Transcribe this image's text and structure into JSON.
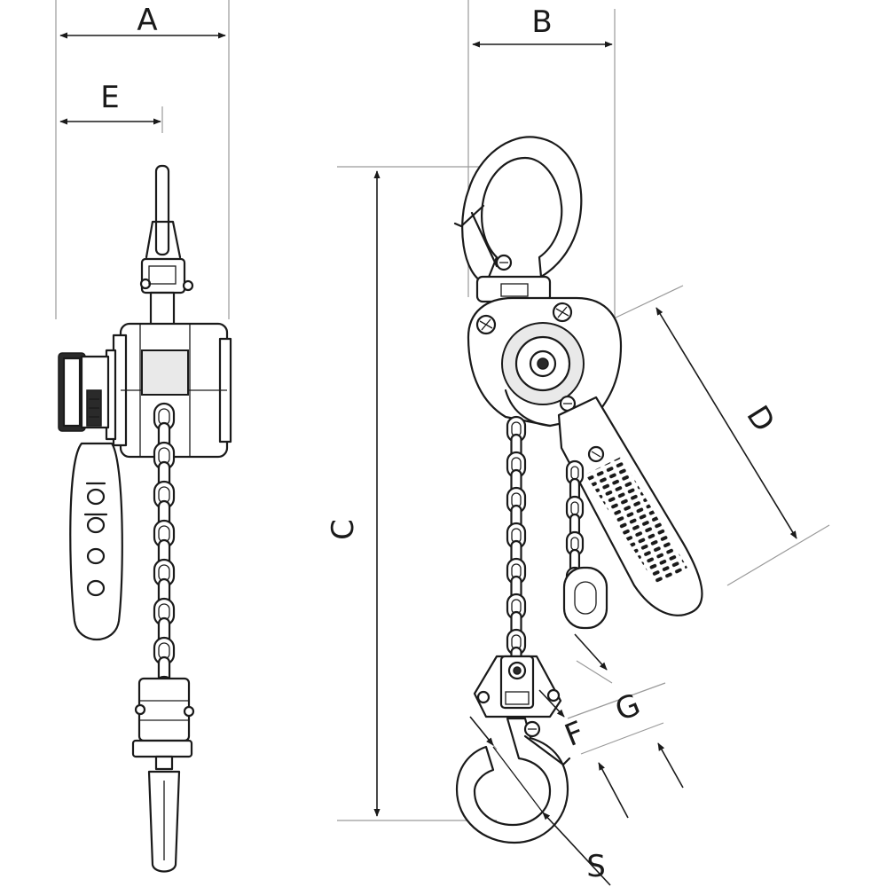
{
  "labels": {
    "a": "A",
    "b": "B",
    "c": "C",
    "d": "D",
    "e": "E",
    "f": "F",
    "g": "G",
    "s": "S"
  },
  "colors": {
    "line": "#1a1a1a",
    "extension": "#9a9a9a",
    "background": "#ffffff"
  }
}
